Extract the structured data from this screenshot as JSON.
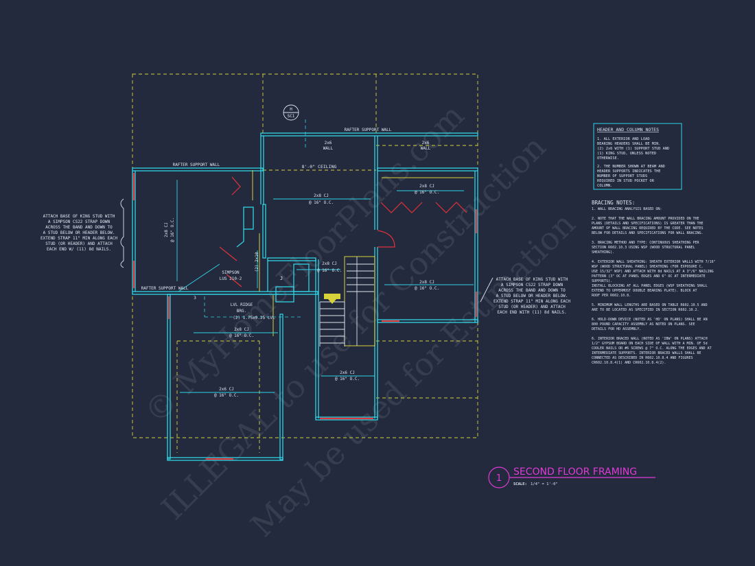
{
  "watermark": {
    "line1": "© MyHomeFloorPlans.com",
    "line2": "ILLEGAL to use for Construction",
    "line3": "May be used for Estimation"
  },
  "plan": {
    "rafter_top": "RAFTER SUPPORT WALL",
    "rafter_left": "RAFTER SUPPORT WALL",
    "rafter_bottom": "RAFTER SUPPORT WALL",
    "section_letter": "H",
    "section_sheet": "SC1",
    "wall_label_1": "2x6",
    "wall_label_1b": "WALL",
    "wall_label_2": "2x6",
    "wall_label_2b": "WALL",
    "ceiling": "8'-0\" CEILING",
    "cj_center_a": "2x8 CJ",
    "cj_center_b": "@ 16\" O.C.",
    "cj_right_top_a": "2x8 CJ",
    "cj_right_top_b": "@ 16\" O.C.",
    "cj_right_mid_a": "2x8 CJ",
    "cj_right_mid_b": "@ 16\" O.C.",
    "cj_left_a": "2x8 CJ",
    "cj_left_b": "@ 16\" O.C.",
    "cj_small_a": "2x8 CJ",
    "cj_small_b": "@ 16\" O.C.",
    "cj_lower_a": "2x8 CJ",
    "cj_lower_b": "@ 16\" O.C.",
    "cj_garage_a": "2x6 CJ",
    "cj_garage_b": "@ 16\" O.C.",
    "cj_stair_a": "2x6 CJ",
    "cj_stair_b": "@ 16\" O.C.",
    "header_vert": "(2) 2x10",
    "simpson_a": "SIMPSON",
    "simpson_b": "LUS 210-2",
    "ridge_a": "LVL RIDGE",
    "ridge_b": "BRG.",
    "ridge_beam": "(2) 1.75x9.25 LVL",
    "marker_j": "J",
    "stud_3": "3"
  },
  "note_left": [
    "ATTACH BASE OF KING STUD WITH",
    "A SIMPSON CS22 STRAP DOWN",
    "ACROSS THE BAND AND DOWN TO",
    "A STUD BELOW OR HEADER BELOW.",
    "EXTEND STRAP 11\" MIN ALONG EACH",
    "STUD (OR HEADER) AND ATTACH",
    "EACH END W/ (11) 8d NAILS."
  ],
  "note_right": [
    "ATTACH BASE OF KING STUD WITH",
    "A SIMPSON CS22 STRAP DOWN",
    "ACROSS THE BAND AND DOWN TO",
    "A STUD BELOW OR HEADER BELOW.",
    "EXTEND STRAP 11\" MIN ALONG EACH",
    "STUD (OR HEADER) AND ATTACH",
    "EACH END WITH (11) 8d NAILS."
  ],
  "header_notes": {
    "title": "HEADER AND COLUMN NOTES",
    "lines": [
      "1. ALL EXTERIOR AND LOAD",
      "BEARING HEADERS SHALL BE MIN.",
      "(2) 2x6 WITH (1) SUPPORT STUD AND",
      "(1) KING STUD, UNLESS NOTED",
      "OTHERWISE.",
      "",
      "2. THE NUMBER SHOWN AT BEAM AND",
      "HEADER SUPPORTS INDICATES THE",
      "NUMBER OF SUPPORT STUDS",
      "REQUIRED IN STUD POCKET OR",
      "COLUMN."
    ]
  },
  "bracing_notes": {
    "title": "BRACING NOTES:",
    "lines": [
      "1. WALL BRACING ANALYSIS BASED ON:",
      "",
      "2. NOTE THAT THE WALL BRACING AMOUNT PROVIDED ON THE",
      "PLANS (DETAILS AND SPECIFICATIONS) IS GREATER THAN THE",
      "AMOUNT OF WALL BRACING REQUIRED BY THE CODE. SEE NOTES",
      "BELOW FOR DETAILS AND SPECIFICATIONS FOR WALL BRACING.",
      "",
      "3. BRACING METHOD AND TYPE: CONTINUOUS SHEATHING PER",
      "SECTION R602.10.3 USING WSP (WOOD STRUCTURAL PANEL",
      "SHEATHING).",
      "",
      "4. EXTERIOR WALL SHEATHING: SHEATH EXTERIOR WALLS WITH 7/16\"",
      "WSP (WOOD STRUCTURAL PANEL) SHEATHING (FOR EXPOSURE C,",
      "USE 15/32\" WSP) AND ATTACH WITH 8d NAILS AT A 3\"/6\" NAILING",
      "PATTERN (3\" OC AT PANEL EDGES AND 6\" OC AT INTERMEDIATE",
      "SUPPORTS).",
      "INSTALL BLOCKING AT ALL PANEL EDGES (WSP SHEATHING SHALL",
      "EXTEND TO UPPERMOST DOUBLE BEARING PLATE). BLOCK AT",
      "ROOF PER R602.10.8.",
      "",
      "5. MINIMUM WALL LENGTHS ARE BASED ON TABLE R602.10.5 AND",
      "ARE TO BE LOCATED AS SPECIFIED IN SECTION R602.10.2.",
      "",
      "6. HOLD-DOWN DEVICE (NOTED AS 'HD' ON PLANS) SHALL BE AN",
      "800 POUND CAPACITY ASSEMBLY AS NOTED ON PLANS. SEE",
      "DETAILS FOR HD ASSEMBLY.",
      "",
      "6. INTERIOR BRACED WALL (NOTED AS 'IBW' ON PLANS) ATTACH",
      "1/2\" GYPSUM BOARD ON EACH SIDE OF WALL WITH A MIN. OF 5d",
      "COOLER NAILS OR #6 SCREWS @ 7\" O.C. ALONG THE EDGES AND AT",
      "INTERMEDIATE SUPPORTS. INTERIOR BRACED WALLS SHALL BE",
      "CONNECTED AS DESCRIBED IN R602.10.8.4 AND FIGURES",
      "CR602.10.8.4(1) AND CR602.10.8.4(2)."
    ]
  },
  "title_block": {
    "number": "1",
    "title": "SECOND FLOOR FRAMING",
    "scale_label": "SCALE:",
    "scale_value": "1/4\" = 1'-0\""
  },
  "colors": {
    "background": "#232a3d",
    "walls": "#2fd6e6",
    "dashed_lines": "#d8d23a",
    "headers": "#e0333a",
    "title": "#e23ad8",
    "text": "#dfe6f0"
  }
}
